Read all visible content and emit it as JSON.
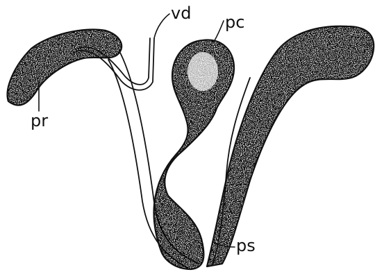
{
  "labels": {
    "vd": "vd",
    "pc": "pc",
    "pr": "pr",
    "ps": "ps"
  },
  "colors": {
    "ink": "#111111",
    "paper": "#ffffff"
  }
}
